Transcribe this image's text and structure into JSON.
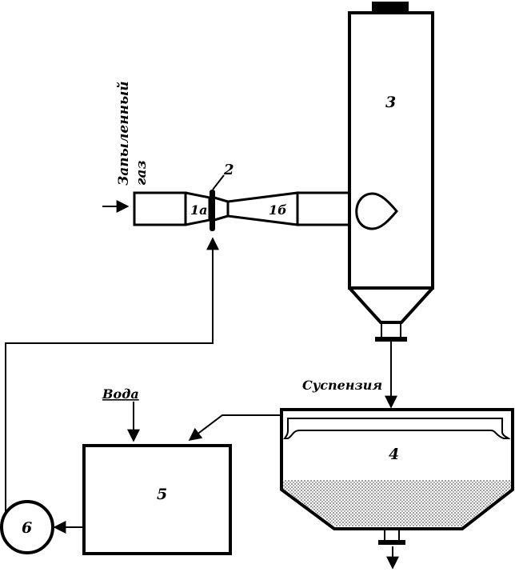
{
  "labels": {
    "gas_line1": "Запыленный",
    "gas_line2": "газ",
    "venturi_a": "1а",
    "venturi_b": "1б",
    "nozzle": "2",
    "separator": "3",
    "settler": "4",
    "tank": "5",
    "pump": "6",
    "suspension": "Суспензия",
    "water": "Вода"
  },
  "colors": {
    "line": "#000000",
    "background": "#ffffff",
    "sludge": "#8a8a8a"
  }
}
